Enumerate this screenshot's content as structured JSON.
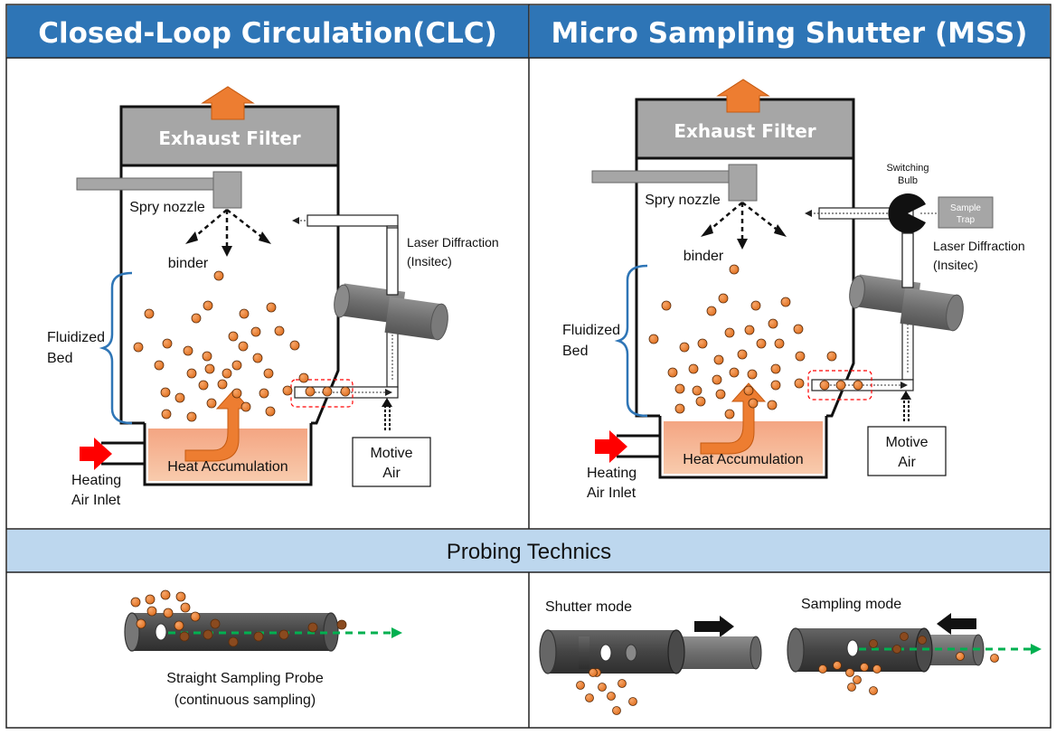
{
  "panels": {
    "left_title": "Closed-Loop Circulation(CLC)",
    "right_title": "Micro Sampling Shutter (MSS)",
    "bottom_title": "Probing Technics"
  },
  "clc": {
    "exhaust_filter": "Exhaust Filter",
    "spray_nozzle": "Spry nozzle",
    "binder": "binder",
    "fluidized_bed_line1": "Fluidized",
    "fluidized_bed_line2": "Bed",
    "heat_accumulation": "Heat Accumulation",
    "heating_inlet_line1": "Heating",
    "heating_inlet_line2": "Air Inlet",
    "laser_line1": "Laser Diffraction",
    "laser_line2": "(Insitec)",
    "motive_line1": "Motive",
    "motive_line2": "Air"
  },
  "mss": {
    "exhaust_filter": "Exhaust Filter",
    "spray_nozzle": "Spry nozzle",
    "binder": "binder",
    "fluidized_bed_line1": "Fluidized",
    "fluidized_bed_line2": "Bed",
    "heat_accumulation": "Heat Accumulation",
    "heating_inlet_line1": "Heating",
    "heating_inlet_line2": "Air Inlet",
    "laser_line1": "Laser Diffraction",
    "laser_line2": "(Insitec)",
    "motive_line1": "Motive",
    "motive_line2": "Air",
    "switching_line1": "Switching",
    "switching_line2": "Bulb",
    "sample_trap_line1": "Sample",
    "sample_trap_line2": "Trap"
  },
  "probing": {
    "straight_line1": "Straight Sampling Probe",
    "straight_line2": "(continuous sampling)",
    "shutter_mode": "Shutter mode",
    "sampling_mode": "Sampling mode"
  },
  "colors": {
    "header_blue": "#2e75b6",
    "probing_header": "#bdd7ee",
    "particle": "#ed7d31",
    "heat_box": "#f4b183",
    "bed_brace": "#2e75b6",
    "inlet_arrow": "#ff0000",
    "flow_arrow": "#00b050",
    "filter_gray": "#a6a6a6"
  }
}
